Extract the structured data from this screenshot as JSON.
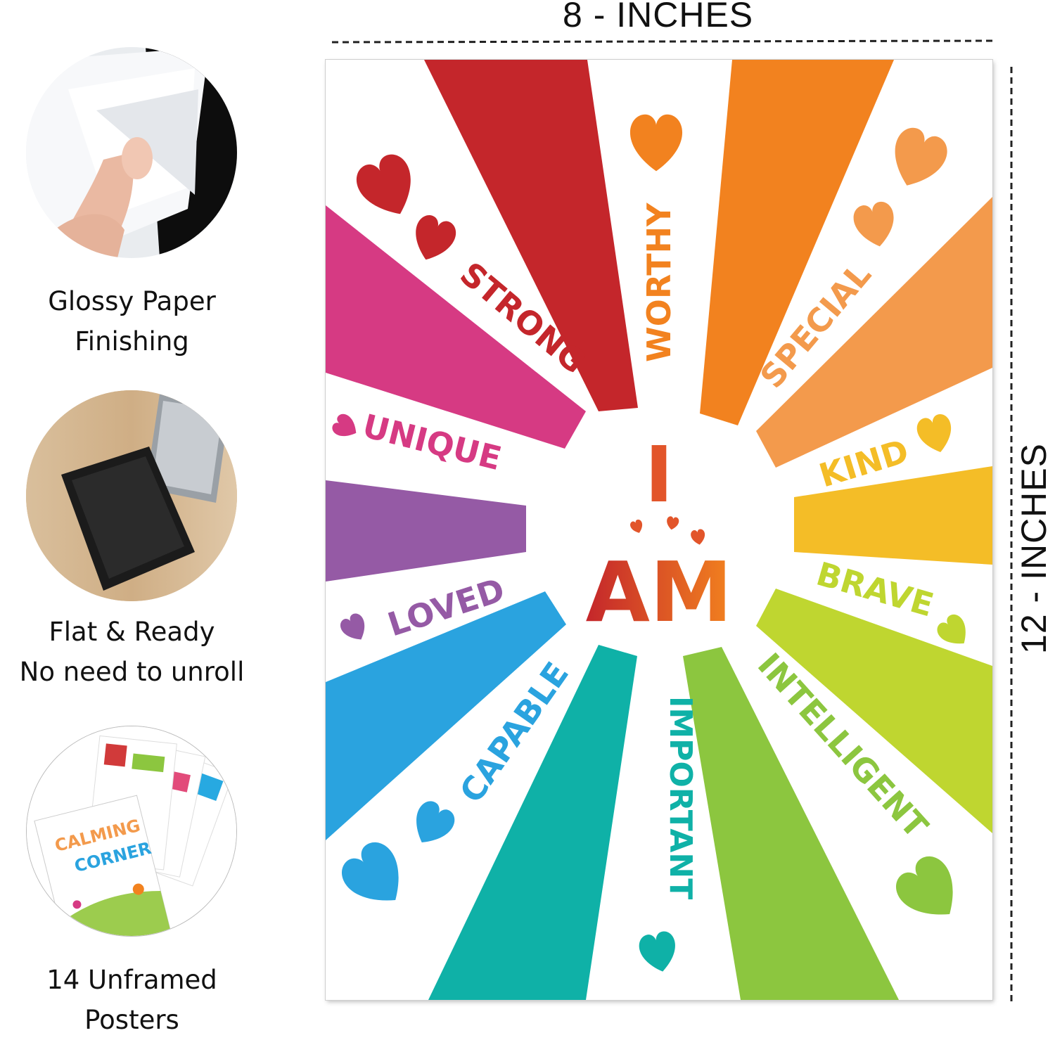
{
  "features": [
    {
      "label_lines": [
        "Glossy Paper",
        "Finishing"
      ],
      "icon": "glossy-paper-photo"
    },
    {
      "label_lines": [
        "Flat & Ready",
        "No need to unroll"
      ],
      "icon": "mailer-envelopes-photo"
    },
    {
      "label_lines": [
        "14 Unframed",
        "Posters"
      ],
      "icon": "poster-stack-photo"
    }
  ],
  "dimensions": {
    "width_label": "8 - INCHES",
    "height_label": "12 - INCHES"
  },
  "poster": {
    "heading_line1": "I",
    "heading_line2": "AM",
    "words": {
      "strong": "STRONG",
      "worthy": "WORTHY",
      "special": "SPECIAL",
      "kind": "KIND",
      "brave": "BRAVE",
      "intelligent": "INTELLIGENT",
      "important": "IMPORTANT",
      "capable": "CAPABLE",
      "loved": "LOVED",
      "unique": "UNIQUE"
    }
  },
  "thumbnail": {
    "poster_text_1": "CALMING",
    "poster_text_2": "CORNER"
  },
  "colors": {
    "red": "#c4262b",
    "orange": "#f2821f",
    "light_orange": "#f39a4c",
    "yellow": "#f4bd27",
    "lime": "#bfd630",
    "green": "#8cc63f",
    "teal": "#0fb1a7",
    "blue": "#2aa3df",
    "purple": "#955aa5",
    "pink": "#d63a83"
  }
}
